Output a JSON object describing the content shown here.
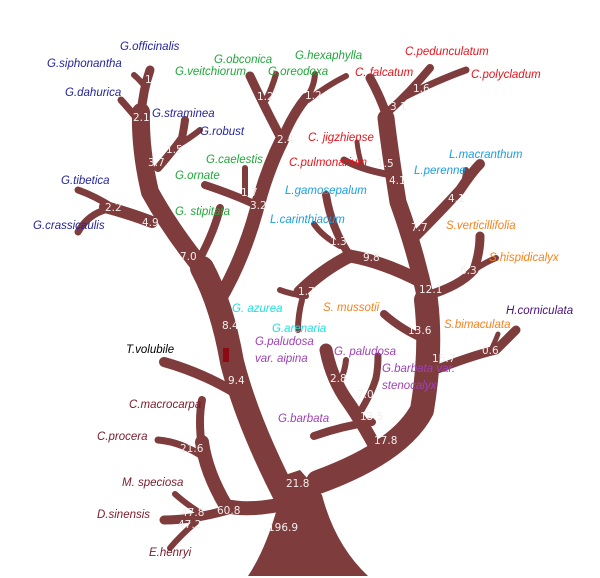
{
  "colors": {
    "branch": "#7e3c3c",
    "gentiana_blue": "#24249e",
    "gentiana_green": "#1fa83a",
    "crawfurdia_red": "#e8141c",
    "lomatogonium_blue": "#1a9ee0",
    "swertia_orange": "#f5821f",
    "azurea_cyan": "#1fe0e0",
    "paludosa_purple": "#a040b8",
    "halenia_purple": "#4a0f7a",
    "outgroup_darkred": "#7a1a2a",
    "tripterospermum_black": "#000000"
  },
  "species": [
    {
      "name": "G.officinalis",
      "color": "#24249e"
    },
    {
      "name": "G.siphonantha",
      "color": "#24249e"
    },
    {
      "name": "G.dahurica",
      "color": "#24249e"
    },
    {
      "name": "G.straminea",
      "color": "#24249e"
    },
    {
      "name": "G.robust",
      "color": "#24249e"
    },
    {
      "name": "G.tibetica",
      "color": "#24249e"
    },
    {
      "name": "G.crassicaulis",
      "color": "#24249e"
    },
    {
      "name": "G.obconica",
      "color": "#1fa83a"
    },
    {
      "name": "G.veitchiorum",
      "color": "#1fa83a"
    },
    {
      "name": "G.oreodoxa",
      "color": "#1fa83a"
    },
    {
      "name": "G.hexaphylla",
      "color": "#1fa83a"
    },
    {
      "name": "G.caelestis",
      "color": "#1fa83a"
    },
    {
      "name": "G.ornate",
      "color": "#1fa83a"
    },
    {
      "name": "G. stipitata",
      "color": "#1fa83a"
    },
    {
      "name": "C.pedunculatum",
      "color": "#e8141c"
    },
    {
      "name": "C.polycladum",
      "color": "#e8141c"
    },
    {
      "name": "C. falcatum",
      "color": "#e8141c"
    },
    {
      "name": "C. jigzhiense",
      "color": "#e8141c"
    },
    {
      "name": "C.pulmonarium",
      "color": "#e8141c"
    },
    {
      "name": "L.macranthum",
      "color": "#1a9ee0"
    },
    {
      "name": "L.perenne",
      "color": "#1a9ee0"
    },
    {
      "name": "L.gamosepalum",
      "color": "#1a9ee0"
    },
    {
      "name": "L.carinthiacum",
      "color": "#1a9ee0"
    },
    {
      "name": "S.verticillifolia",
      "color": "#f5821f"
    },
    {
      "name": "S.hispidicalyx",
      "color": "#f5821f"
    },
    {
      "name": "G. azurea",
      "color": "#1fe0e0"
    },
    {
      "name": "G.arenaria",
      "color": "#1fe0e0"
    },
    {
      "name": "S. mussotii",
      "color": "#f5821f"
    },
    {
      "name": "H.corniculata",
      "color": "#4a0f7a"
    },
    {
      "name": "S.bimaculata",
      "color": "#f5821f"
    },
    {
      "name": "G.paludosa",
      "color": "#a040b8"
    },
    {
      "name": "var. aipina",
      "color": "#a040b8"
    },
    {
      "name": "G. paludosa",
      "color": "#a040b8"
    },
    {
      "name": "G.barbata var.",
      "color": "#a040b8"
    },
    {
      "name": "stenocalyx",
      "color": "#a040b8"
    },
    {
      "name": "G.barbata",
      "color": "#a040b8"
    },
    {
      "name": "T.volubile",
      "color": "#000000"
    },
    {
      "name": "C.macrocarpa",
      "color": "#7a1a2a"
    },
    {
      "name": "C.procera",
      "color": "#7a1a2a"
    },
    {
      "name": "M. speciosa",
      "color": "#7a1a2a"
    },
    {
      "name": "D.sinensis",
      "color": "#7a1a2a"
    },
    {
      "name": "E.henryi",
      "color": "#7a1a2a"
    }
  ],
  "node_values": [
    "1",
    "2.1",
    "1.5",
    "3.7",
    "2.2",
    "4.9",
    "7.0",
    "1.2",
    "2.4",
    "1.7",
    "3.2",
    "1.2",
    "3.1",
    "1.6",
    "1.5",
    "4.1",
    "4.1",
    "7.7",
    "1.3",
    "9.8",
    "6.3",
    "12.1",
    "1.7",
    "13.6",
    "8.4",
    "15.7",
    "0.6",
    "2.8",
    "7.0",
    "9.4",
    "13.5",
    "17.8",
    "21.6",
    "21.8",
    "60.8",
    "47.8",
    "47.2",
    "196.9"
  ]
}
